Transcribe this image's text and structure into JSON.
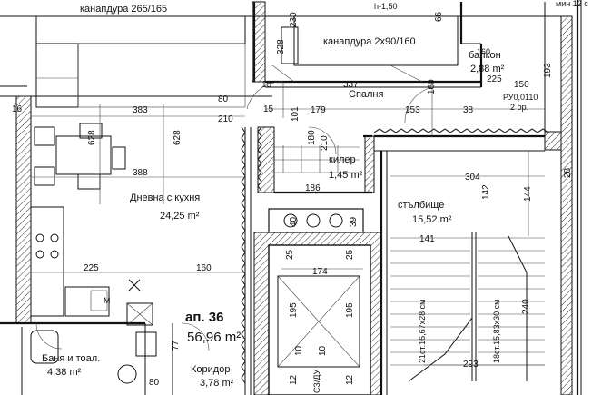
{
  "rooms": {
    "living_name": "Дневна с кухня",
    "living_area": "24,25 m²",
    "bedroom_name": "Спалня",
    "balcony_name": "балкон",
    "balcony_area": "2,88 m²",
    "storage_name": "килер",
    "storage_area": "1,45 m²",
    "stairs_name": "стълбище",
    "stairs_area": "15,52 m²",
    "bath_name": "Баня и тоал.",
    "bath_area": "4,38 m²",
    "corridor_name": "Коридор",
    "corridor_area": "3,78 m²"
  },
  "apartment": {
    "label": "ап. 36",
    "area": "56,96 m²"
  },
  "furniture": {
    "bed_top": "канапдура 265/165",
    "bed_double": "канапдура 2х90/160",
    "height_note": "h-1,50",
    "corner_note": "мин 12 с",
    "duct_note": "РУ0,0110",
    "duct_count": "2 бр.",
    "stair_left": "21ст.16,67х28 см",
    "stair_right": "18ст.15,83х30 см",
    "shaft": "СЗ/ДУ",
    "meter": "M"
  },
  "dims": {
    "d383": "383",
    "d628a": "628",
    "d628b": "628",
    "d388": "388",
    "d225a": "225",
    "d160a": "160",
    "d80a": "80",
    "d210a": "210",
    "d15a": "15",
    "d15b": "15",
    "d101": "101",
    "d179": "179",
    "d180": "180",
    "d210b": "210",
    "d337": "337",
    "d160b": "160",
    "d153": "153",
    "d38": "38",
    "d150": "150",
    "d193": "193",
    "d225b": "225",
    "d160c": "160",
    "d328": "328",
    "d230": "230",
    "d66": "66",
    "d16": "16",
    "d186": "186",
    "d304": "304",
    "d142": "142",
    "d144": "144",
    "d141": "141",
    "d40": "40",
    "d39": "39",
    "d25a": "25",
    "d25b": "25",
    "d174": "174",
    "d195a": "195",
    "d195b": "195",
    "d77": "77",
    "d80b": "80",
    "d10a": "10",
    "d10b": "10",
    "d12a": "12",
    "d12b": "12",
    "d293": "293",
    "d240": "240",
    "d28": "28"
  },
  "colors": {
    "line": "#111111",
    "paper": "#ffffff"
  }
}
